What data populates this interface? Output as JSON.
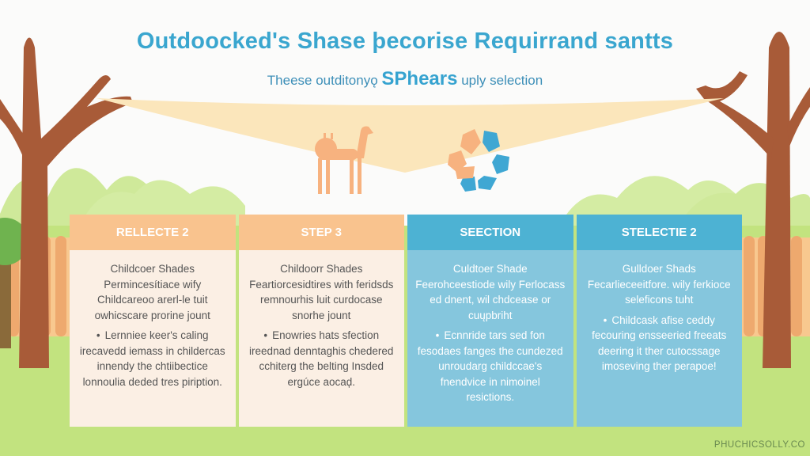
{
  "header": {
    "title": "Outdoocked's Shase þecorise Requirrand santts",
    "subtitle_prefix": "Theese outditonyǫ",
    "subtitle_emphasis": "SPhears",
    "subtitle_suffix": "uply selection"
  },
  "cards": [
    {
      "header": "RELLECTE 2",
      "intro": "Childcoer Shades Permincesítiace wify Childcareoo arerl-le tuit owhicscare prorine jount",
      "bullet": "Lernniee keer's caling irecavedd iemass in childercas innendy the chtiibectice lonnoulia deded tres piription.",
      "theme": "warm"
    },
    {
      "header": "STEP 3",
      "intro": "Childoorr Shades Feartiorcesidtires with feridsds remnourhis luit curdocase snorhe jount",
      "bullet": "Enowries hats sfection ireednad denntaghis chedered cchiterg the belting Insded ergúce aocaḑ.",
      "theme": "warm"
    },
    {
      "header": "SEECTION",
      "intro": "Culdtoer Shade Feerohceestiode wily Ferlocass ed dnent, wil chdcease or cuųpbriht",
      "bullet": "Ecnnride tars sed fon fesodaes fanges the cundezed unroudarg childccae's fnendvice in nimoinel resictions.",
      "theme": "cool"
    },
    {
      "header": "STELECTIE 2",
      "intro": "Gulldoer Shads Fecarlieceeitfore. wily ferkioce seleficons tuht",
      "bullet": "Childcask afise ceddy fecouring ensseeried freeats deering it ther cutocssage imoseving ther perapoe!",
      "theme": "cool"
    }
  ],
  "footer": {
    "watermark": "PHUCHICSOLLY.CO"
  },
  "illustration": {
    "icons": [
      "tree-left-icon",
      "tree-right-icon",
      "shade-sail-icon",
      "camel-icon",
      "petal-flower-icon",
      "fence-icon",
      "bush-icon"
    ],
    "colors": {
      "trunk": "#a85b38",
      "sail": "#fbe6bb",
      "grass": "#c2e37f",
      "bush": "#cfe99a",
      "fence": "#eea96e",
      "fence_light": "#f8c88f",
      "orange": "#f7b27f",
      "blue": "#3fa7d3",
      "title_blue": "#3aa6cf"
    }
  }
}
